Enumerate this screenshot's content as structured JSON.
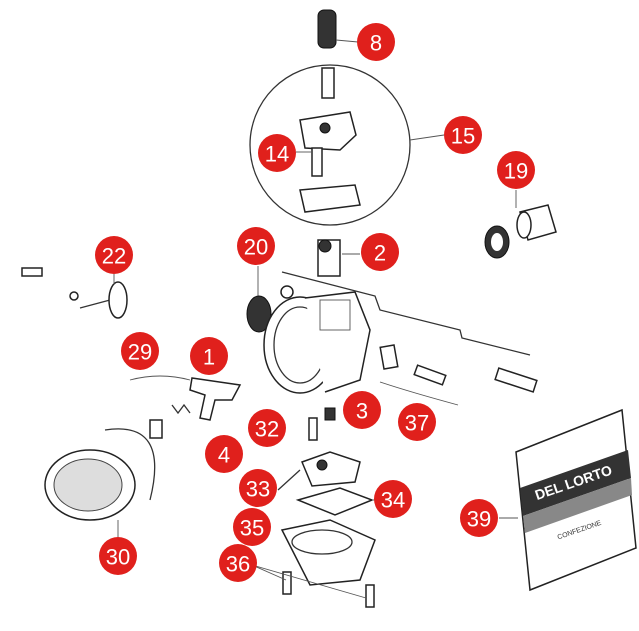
{
  "diagram": {
    "type": "exploded-parts-diagram",
    "accent_color": "#e0201c",
    "part_labels": [
      "8",
      "15",
      "14",
      "19",
      "20",
      "2",
      "22",
      "1",
      "29",
      "3",
      "37",
      "32",
      "4",
      "33",
      "34",
      "39",
      "35",
      "30",
      "36"
    ],
    "kit_bag": {
      "brand_logo": "DEL LORTO",
      "line1": "CONFEZIONE"
    }
  }
}
